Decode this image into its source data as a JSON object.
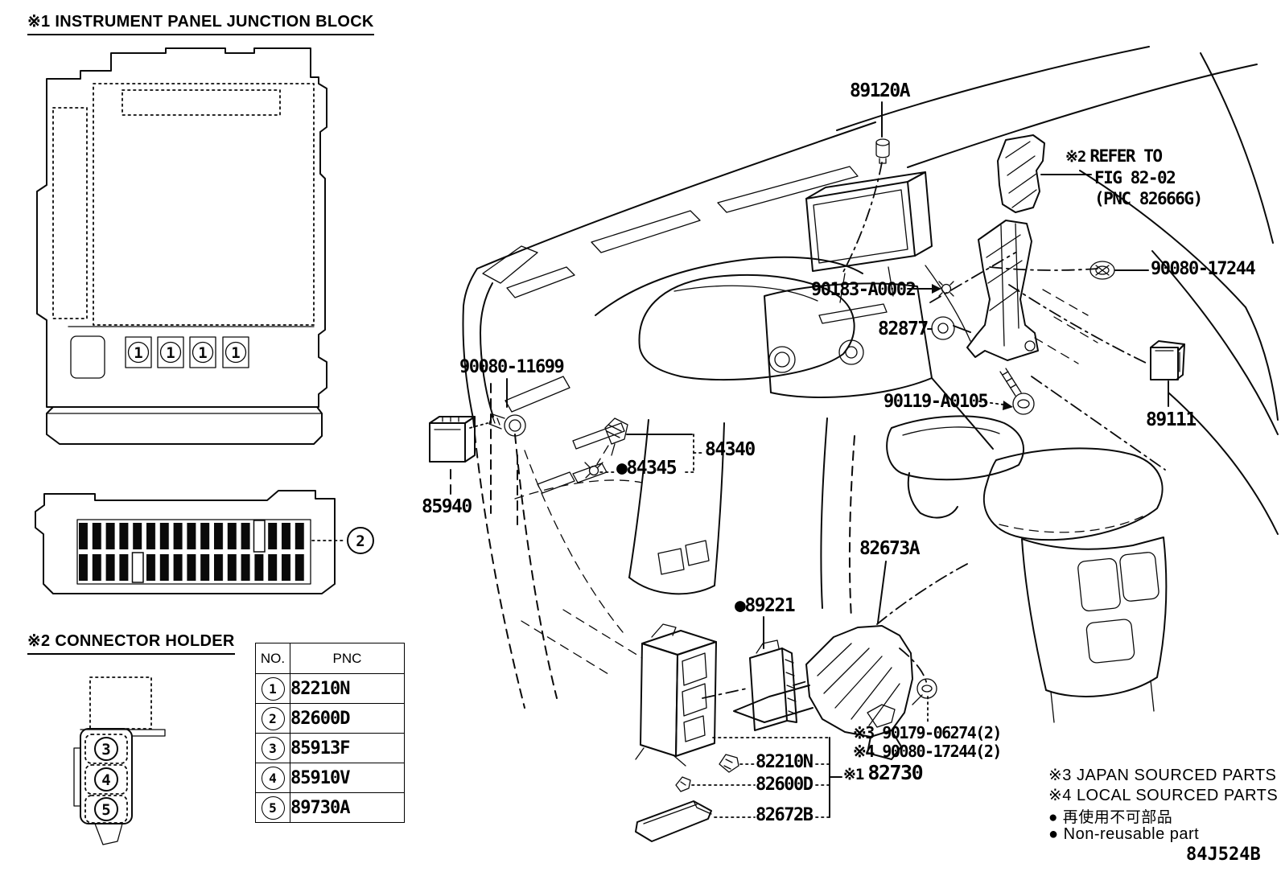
{
  "titles": {
    "junction_block": "※1 INSTRUMENT PANEL JUNCTION BLOCK",
    "connector_holder": "※2 CONNECTOR HOLDER"
  },
  "junction_block": {
    "pin_callouts": [
      "1",
      "1",
      "1",
      "1"
    ]
  },
  "fuse_block": {
    "callout": "2"
  },
  "connector_holder": {
    "callouts": [
      "3",
      "4",
      "5"
    ]
  },
  "pnc_table": {
    "headers": [
      "NO.",
      "PNC"
    ],
    "rows": [
      {
        "no": "1",
        "pnc": "82210N"
      },
      {
        "no": "2",
        "pnc": "82600D"
      },
      {
        "no": "3",
        "pnc": "85913F"
      },
      {
        "no": "4",
        "pnc": "85910V"
      },
      {
        "no": "5",
        "pnc": "89730A"
      }
    ]
  },
  "callouts": {
    "p89120A": "89120A",
    "refer_prefix": "※2",
    "refer_line1": "REFER TO",
    "refer_line2": "FIG 82-02",
    "refer_line3": "(PNC 82666G)",
    "p90080_17244": "90080-17244",
    "p90183_A0002": "90183-A0002",
    "p82877": "82877",
    "p90119_A0105": "90119-A0105",
    "p89111": "89111",
    "p90080_11699": "90080-11699",
    "p84340": "84340",
    "p84345": "●84345",
    "p85940": "85940",
    "p82673A": "82673A",
    "p89221": "●89221",
    "p90179_06274": "※3 90179-06274(2)",
    "p90080_17244_2": "※4 90080-17244(2)",
    "p82210N": "82210N",
    "p82600D": "82600D",
    "p82730_prefix": "※1",
    "p82730": "82730",
    "p82672B": "82672B"
  },
  "notes": {
    "japan_sourced": "※3 JAPAN SOURCED PARTS",
    "local_sourced": "※4 LOCAL SOURCED PARTS",
    "non_reusable_jp": "● 再使用不可部品",
    "non_reusable_en": "● Non-reusable part",
    "diagram_code": "84J524B"
  }
}
